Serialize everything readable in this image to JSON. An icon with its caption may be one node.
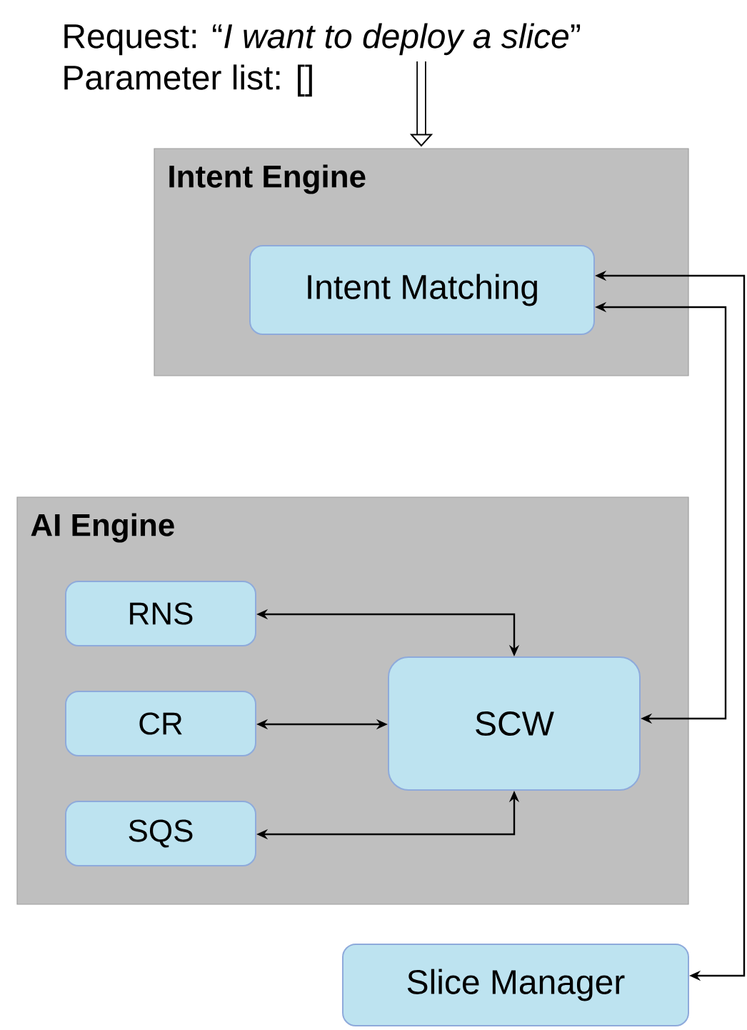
{
  "diagram": {
    "nodes": [
      {
        "text": [
          "Request: “*I want to deploy a slice*”",
          "Parameter list: []"
        ]
      },
      {
        "text": [
          "Intent Engine"
        ]
      },
      {
        "text": [
          "Intent Matching"
        ],
        "in": 1
      },
      {
        "text": [
          "AI Engine"
        ]
      },
      {
        "text": [
          "RNS"
        ],
        "in": 3
      },
      {
        "text": [
          "CR"
        ],
        "in": 3
      },
      {
        "text": [
          "SQS"
        ],
        "in": 3
      },
      {
        "text": [
          "SCW"
        ],
        "in": 3
      },
      {
        "text": [
          "Slice Manager"
        ]
      }
    ],
    "edges": [
      {
        "from": 0,
        "to": 1,
        "arrow": "to",
        "style": "thick"
      },
      {
        "from": 2,
        "to": 8,
        "arrow": "both"
      },
      {
        "from": 2,
        "to": 7,
        "arrow": "both"
      },
      {
        "from": 4,
        "to": 7,
        "arrow": "both"
      },
      {
        "from": 5,
        "to": 7,
        "arrow": "both"
      },
      {
        "from": 6,
        "to": 7,
        "arrow": "both"
      }
    ]
  }
}
